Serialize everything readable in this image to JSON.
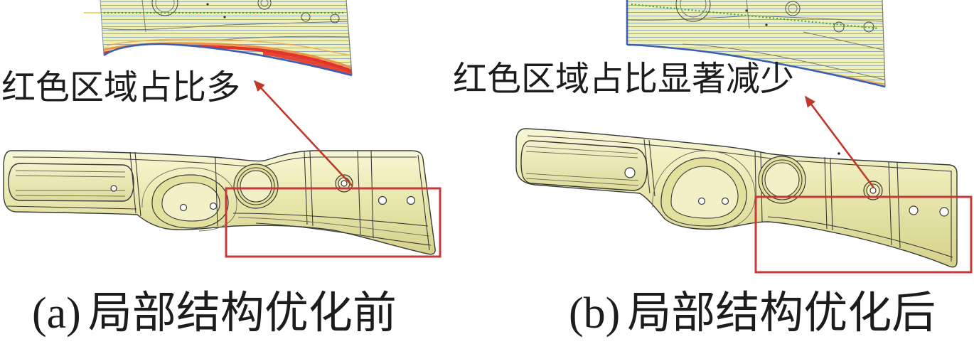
{
  "figure": {
    "panels": [
      {
        "tag": "(a)",
        "caption": "局部结构优化前",
        "annotation": "红色区域占比多"
      },
      {
        "tag": "(b)",
        "caption": "局部结构优化后",
        "annotation": "红色区域占比显著减少"
      }
    ]
  },
  "colors": {
    "highlight_box": "#c8373a",
    "arrow": "#c0392b",
    "part_fill": "#eceab2",
    "part_edge": "#3a3a3a",
    "forming_stripe": "#5a82c8",
    "forming_background": "#eef0b6",
    "forming_risk_zone": "#e2352a",
    "forming_boundary": "#3a5fb5",
    "forming_trace": "#3fae48",
    "text": "#1c1c1c"
  }
}
